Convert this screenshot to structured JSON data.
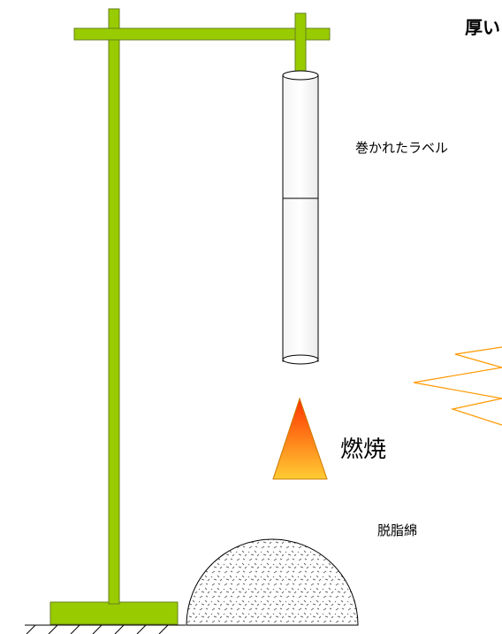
{
  "diagram": {
    "title": "厚い",
    "label_note": "巻かれたラベル",
    "burn_label": "燃焼",
    "cotton_label": "脱脂綿"
  },
  "colors": {
    "stand_fill": "#99cc00",
    "stand_stroke": "#667f1f",
    "flame_top": "#ff3300",
    "flame_bottom": "#ffcc33",
    "spark_stroke": "#ff9900",
    "tube_stroke": "#000000"
  }
}
